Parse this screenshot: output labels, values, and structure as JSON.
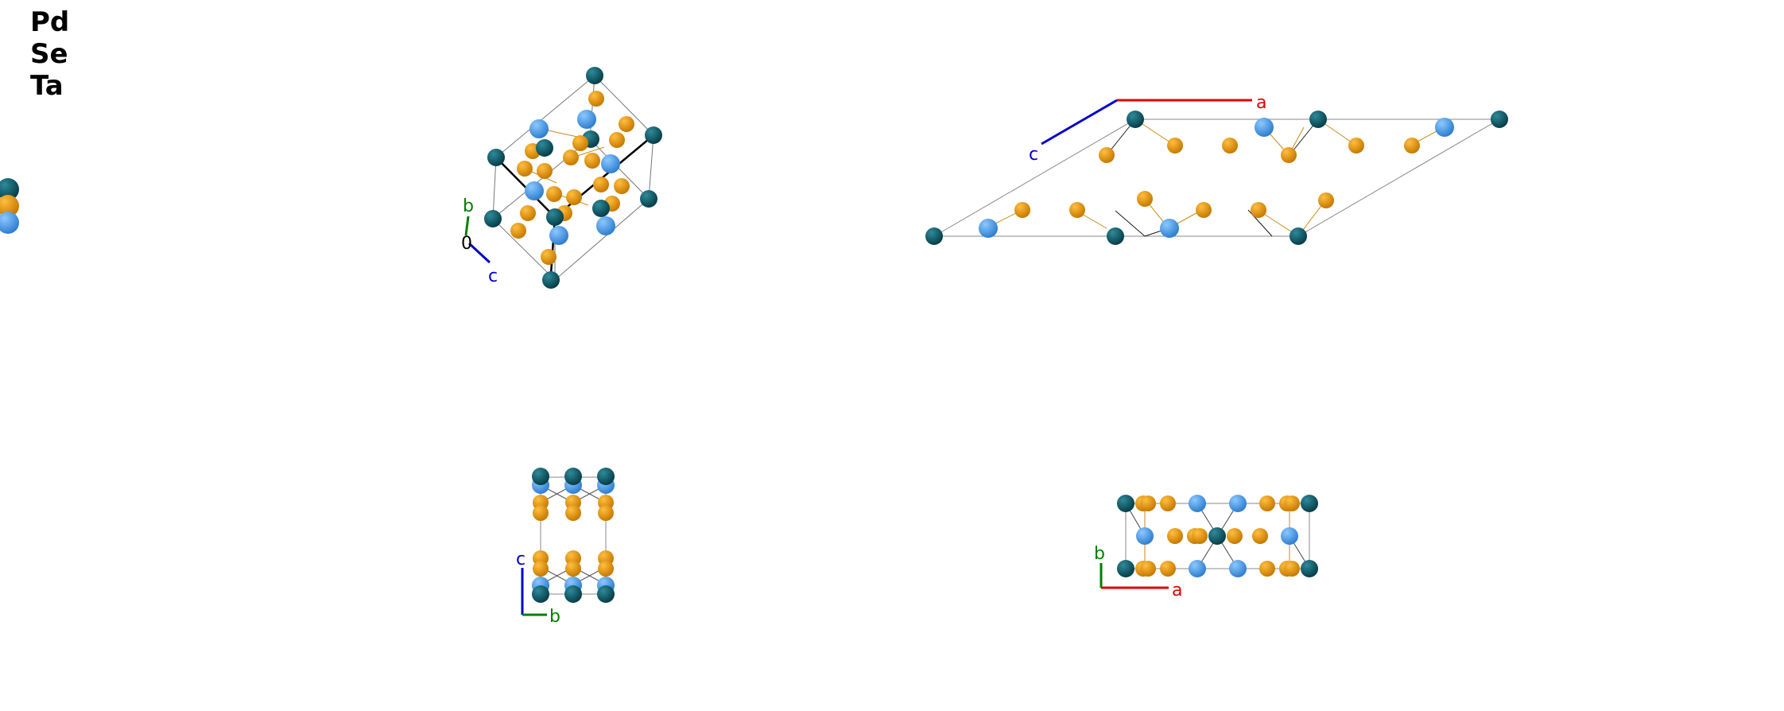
{
  "legend": {
    "elements": [
      {
        "symbol": "Pd",
        "color": "#0a5e6e"
      },
      {
        "symbol": "Se",
        "color": "#e8960f"
      },
      {
        "symbol": "Ta",
        "color": "#4aa1e8"
      }
    ]
  },
  "axes": {
    "a": {
      "label": "a",
      "color": "#e00000"
    },
    "b": {
      "label": "b",
      "color": "#008000"
    },
    "c": {
      "label": "c",
      "color": "#0000cc"
    },
    "origin": {
      "label": "0"
    }
  },
  "views": [
    {
      "name": "perspective-view",
      "axes_shown": [
        "b",
        "c",
        "origin"
      ]
    },
    {
      "name": "view-along-b",
      "axes_shown": [
        "a",
        "c"
      ]
    },
    {
      "name": "view-along-a",
      "axes_shown": [
        "b",
        "c"
      ]
    },
    {
      "name": "view-along-c",
      "axes_shown": [
        "a",
        "b"
      ]
    }
  ]
}
